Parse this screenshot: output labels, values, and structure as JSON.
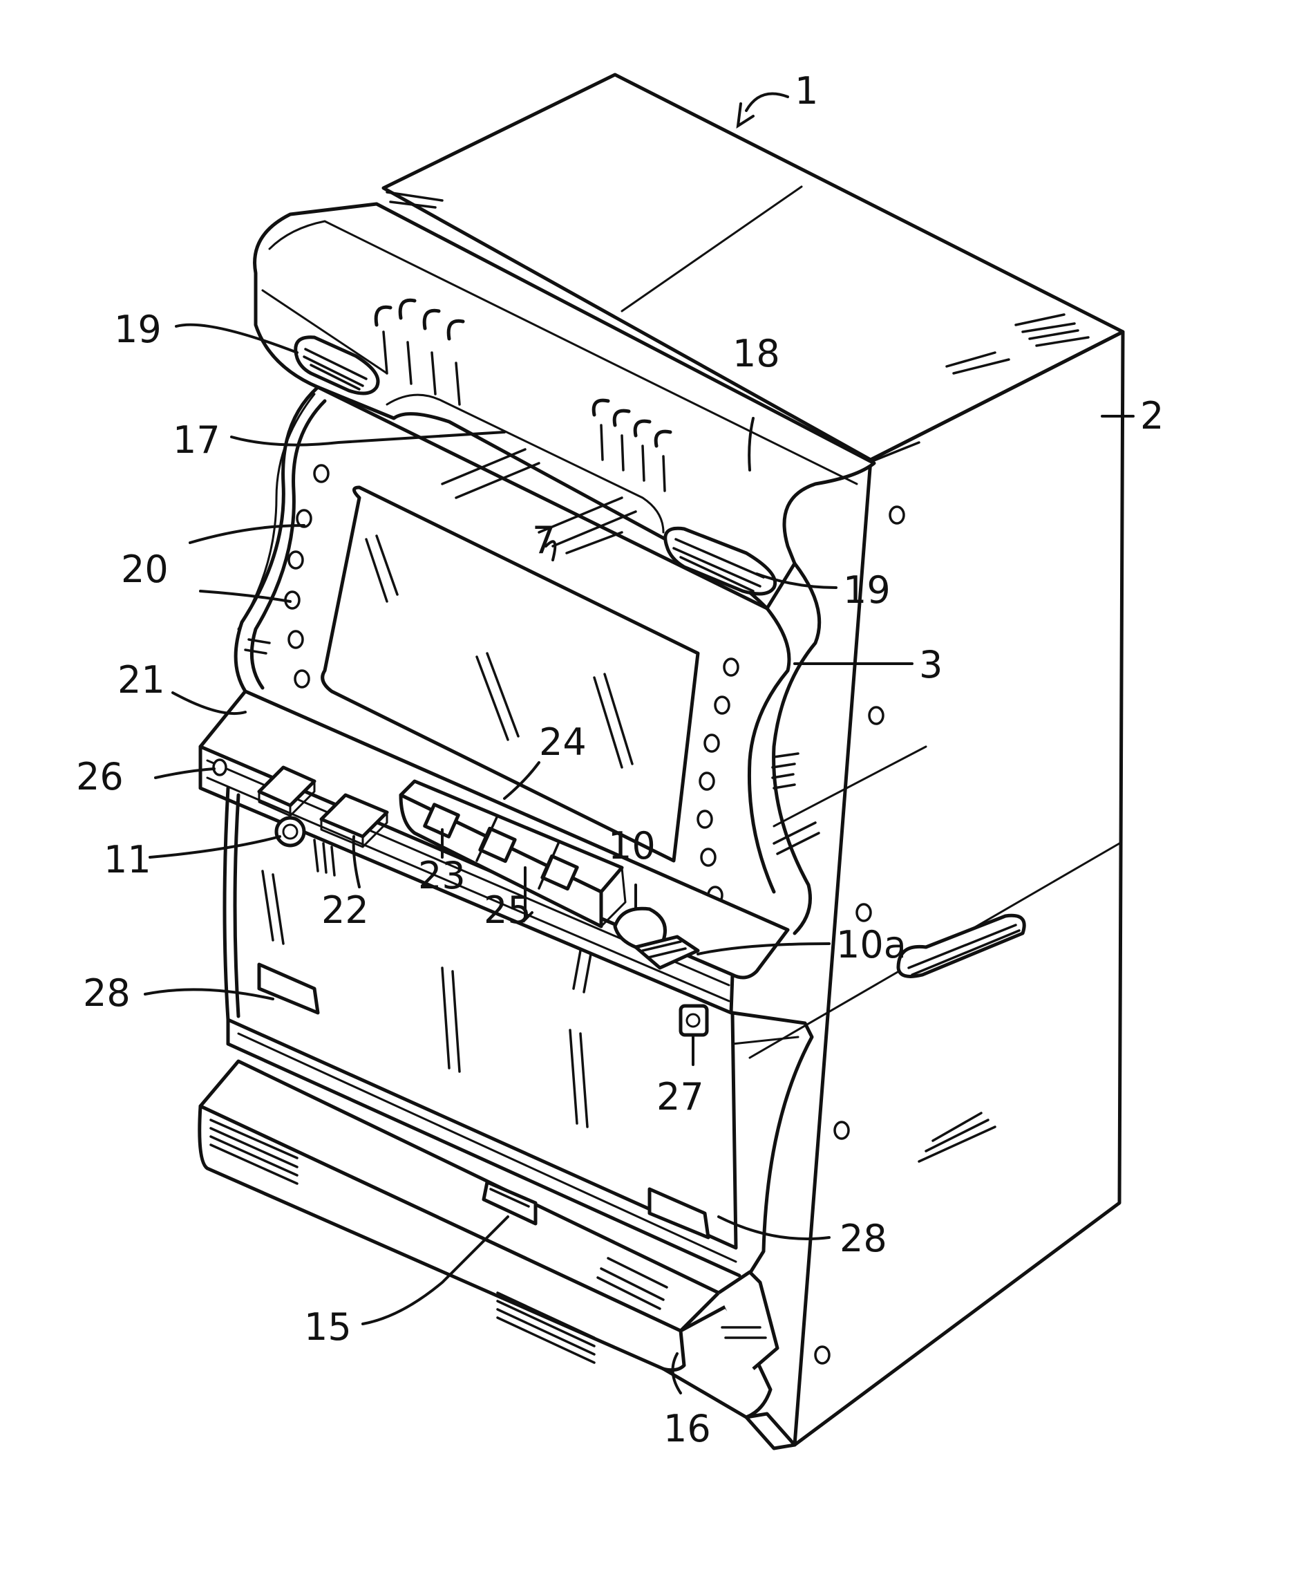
{
  "figure": {
    "reference_numerals": [
      {
        "id": "n1",
        "text": "1"
      },
      {
        "id": "n2",
        "text": "2"
      },
      {
        "id": "n3",
        "text": "3"
      },
      {
        "id": "n7",
        "text": "7"
      },
      {
        "id": "n10",
        "text": "10"
      },
      {
        "id": "n10a",
        "text": "10a"
      },
      {
        "id": "n11",
        "text": "11"
      },
      {
        "id": "n15",
        "text": "15"
      },
      {
        "id": "n16",
        "text": "16"
      },
      {
        "id": "n17",
        "text": "17"
      },
      {
        "id": "n18",
        "text": "18"
      },
      {
        "id": "n19a",
        "text": "19"
      },
      {
        "id": "n19b",
        "text": "19"
      },
      {
        "id": "n20",
        "text": "20"
      },
      {
        "id": "n21",
        "text": "21"
      },
      {
        "id": "n22",
        "text": "22"
      },
      {
        "id": "n23",
        "text": "23"
      },
      {
        "id": "n24",
        "text": "24"
      },
      {
        "id": "n25",
        "text": "25"
      },
      {
        "id": "n26",
        "text": "26"
      },
      {
        "id": "n27",
        "text": "27"
      },
      {
        "id": "n28a",
        "text": "28"
      },
      {
        "id": "n28b",
        "text": "28"
      }
    ]
  }
}
